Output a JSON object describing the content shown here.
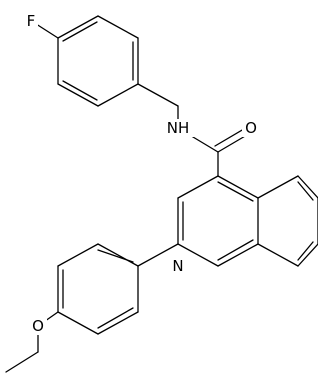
{
  "diagram": {
    "type": "chemical-structure",
    "atom_labels": {
      "fluorine": "F",
      "amide_nitrogen": "NH",
      "carbonyl_oxygen": "O",
      "quinoline_nitrogen": "N",
      "ether_oxygen": "O"
    },
    "colors": {
      "bond": "#000000",
      "label": "#000000",
      "background": "#ffffff"
    }
  }
}
